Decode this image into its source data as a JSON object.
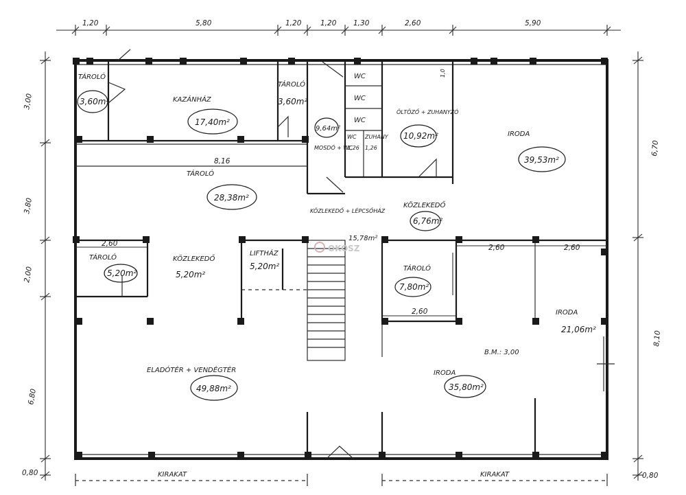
{
  "dims_top": [
    "1,20",
    "5,80",
    "1,20",
    "1,20",
    "1,30",
    "2,60",
    "5,90"
  ],
  "dims_left": [
    "3,00",
    "3,80",
    "2,00",
    "6,80",
    "0,80"
  ],
  "dims_right": [
    "6,70",
    "8,10",
    "0,80"
  ],
  "dims_inner": {
    "d816": "8,16",
    "d260a": "2,60",
    "d260b": "2,60",
    "d260c": "2,60",
    "d260d": "2,60"
  },
  "rooms": {
    "taroló_small": {
      "label": "TÁROLÓ",
      "area": "3,60m²"
    },
    "kazanhaz": {
      "label": "KAZÁNHÁZ",
      "area": "17,40m²"
    },
    "taroló_mid": {
      "label": "TÁROLÓ",
      "area": "3,60m²"
    },
    "wc1": {
      "label": "WC"
    },
    "wc2": {
      "label": "WC"
    },
    "wc3": {
      "label": "WC"
    },
    "wc4": {
      "label": "WC"
    },
    "zuhany": {
      "label": "ZUHANY"
    },
    "wc_area": "1,26",
    "zuhany_area": "1,26",
    "mosdo": {
      "label": "MOSDÓ + WC",
      "area": "9,64m²"
    },
    "olto": {
      "label": "ÖLTÖZŐ + ZUHANYZÓ",
      "area": "10,92m²"
    },
    "iroda_tr": {
      "label": "IRODA",
      "area": "39,53m²"
    },
    "taroló_big": {
      "label": "TÁROLÓ",
      "area": "28,38m²"
    },
    "kozlekedo_mid": {
      "label": "KÖZLEKEDŐ + LÉPCSŐHÁZ",
      "area": "15,78m²"
    },
    "kozlekedo_r": {
      "label": "KÖZLEKEDŐ",
      "area": "6,76m²"
    },
    "taroló_l": {
      "label": "TÁROLÓ",
      "area": "5,20m²"
    },
    "kozlekedo_l": {
      "label": "KÖZLEKEDŐ",
      "area": "5,20m²"
    },
    "lifthaz": {
      "label": "LIFTHÁZ",
      "area": "5,20m²"
    },
    "taroló_r": {
      "label": "TÁROLÓ",
      "area": "7,80m²"
    },
    "iroda_r": {
      "label": "IRODA",
      "area": "21,06m²"
    },
    "elado": {
      "label": "ELADÓTÉR + VENDÉGTÉR",
      "area": "49,88m²"
    },
    "iroda_br": {
      "label": "IRODA",
      "area": "35,80m²"
    },
    "bm": "B.M.: 3,00"
  },
  "kirakat": [
    "KIRAKAT",
    "KIRAKAT"
  ],
  "door_label": "1,0",
  "watermark": "OKOSZ"
}
